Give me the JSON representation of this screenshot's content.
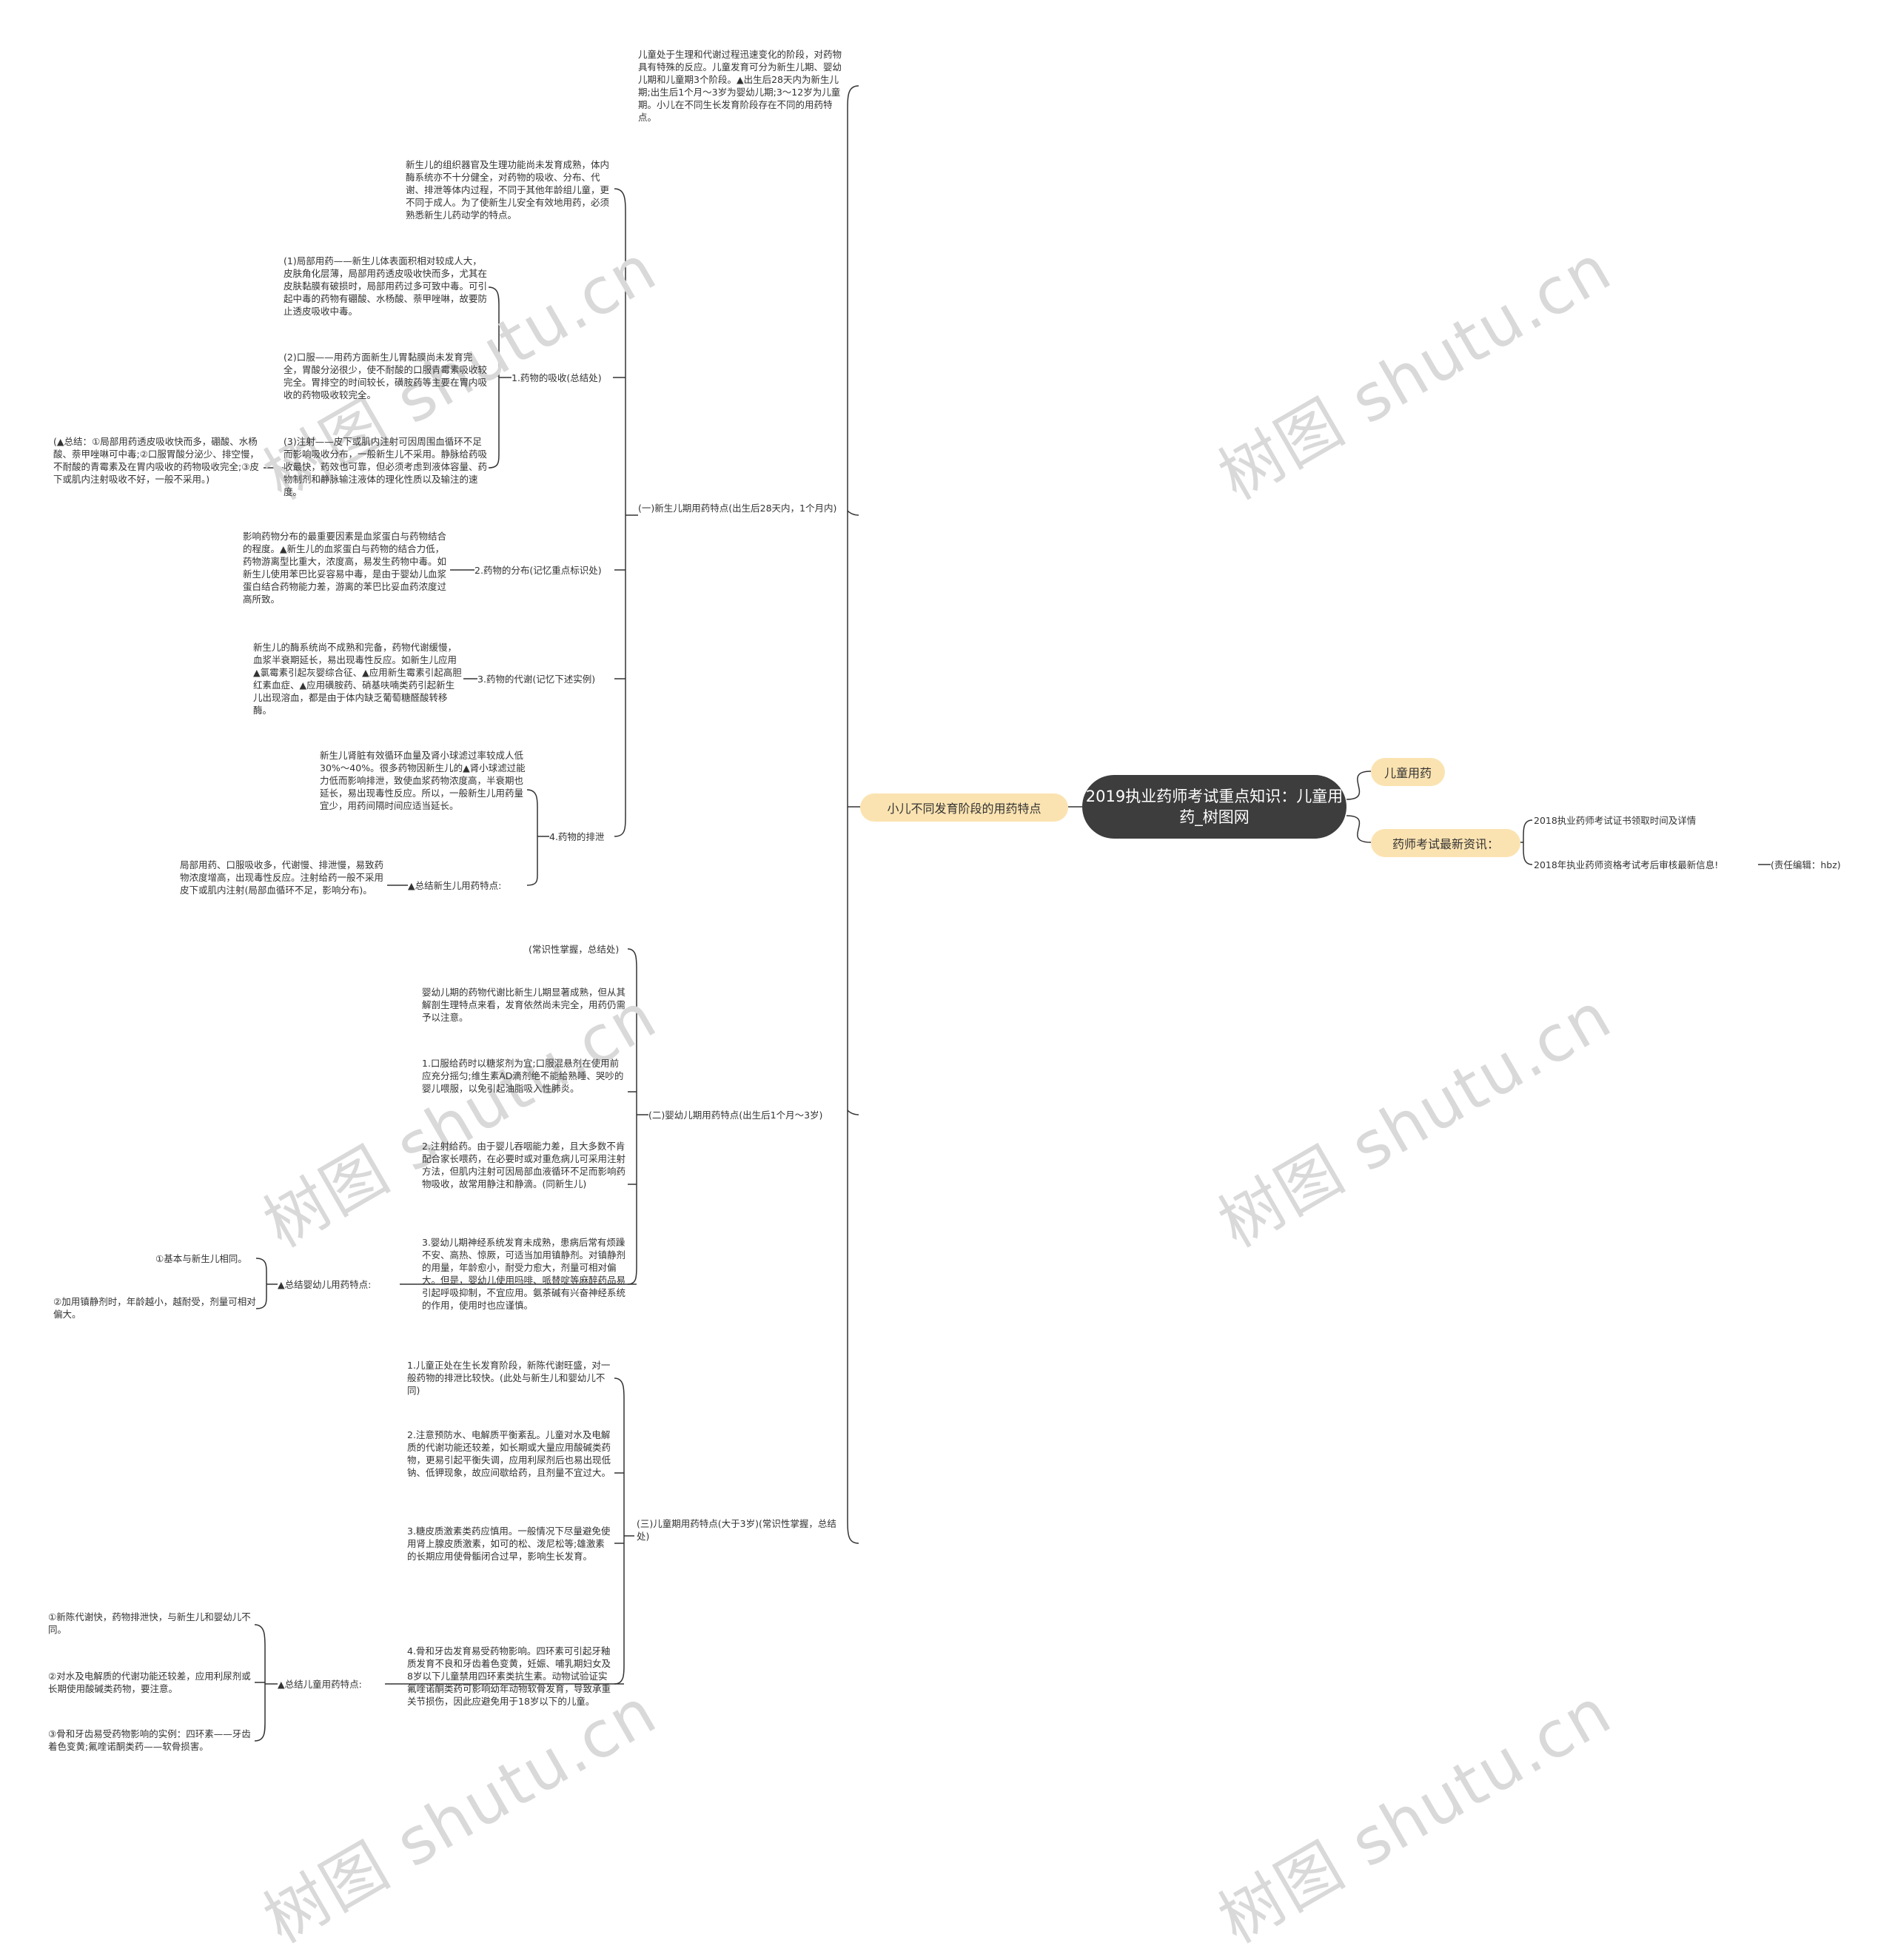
{
  "root": "2019执业药师考试重点知识：儿童用药_树图网",
  "right": {
    "child_drug": "儿童用药",
    "news": "药师考试最新资讯：",
    "news_items": [
      "2018执业药师考试证书领取时间及详情",
      "2018年执业药师资格考试考后审核最新信息!"
    ],
    "editor": "(责任编辑：hbz)"
  },
  "left": {
    "main": "小儿不同发育阶段的用药特点",
    "intro": "儿童处于生理和代谢过程迅速变化的阶段，对药物具有特殊的反应。儿童发育可分为新生儿期、婴幼儿期和儿童期3个阶段。▲出生后28天内为新生儿期;出生后1个月～3岁为婴幼儿期;3～12岁为儿童期。小儿在不同生长发育阶段存在不同的用药特点。",
    "sec1": {
      "label": "(一)新生儿期用药特点(出生后28天内，1个月内)",
      "desc": "新生儿的组织器官及生理功能尚未发育成熟，体内酶系统亦不十分健全，对药物的吸收、分布、代谢、排泄等体内过程，不同于其他年龄组儿童，更不同于成人。为了使新生儿安全有效地用药，必须熟悉新生儿药动学的特点。",
      "absorb_label": "1.药物的吸收(总结处)",
      "absorb_items": [
        "(1)局部用药——新生儿体表面积相对较成人大，皮肤角化层薄，局部用药透皮吸收快而多，尤其在皮肤黏膜有破损时，局部用药过多可致中毒。可引起中毒的药物有硼酸、水杨酸、萘甲唑啉，故要防止透皮吸收中毒。",
        "(2)口服——用药方面新生儿胃黏膜尚未发育完全，胃酸分泌很少，使不耐酸的口服青霉素吸收较完全。胃排空的时间较长，磺胺药等主要在胃内吸收的药物吸收较完全。",
        "(3)注射——皮下或肌内注射可因周围血循环不足而影响吸收分布，一般新生儿不采用。静脉给药吸收最快，药效也可靠，但必须考虑到液体容量、药物制剂和静脉输注液体的理化性质以及输注的速度。"
      ],
      "absorb_summary": "(▲总结：①局部用药透皮吸收快而多，硼酸、水杨酸、萘甲唑啉可中毒;②口服胃酸分泌少、排空慢，不耐酸的青霉素及在胃内吸收的药物吸收完全;③皮下或肌内注射吸收不好，一般不采用。)",
      "dist_label": "2.药物的分布(记忆重点标识处)",
      "dist_text": "影响药物分布的最重要因素是血浆蛋白与药物结合的程度。▲新生儿的血浆蛋白与药物的结合力低，药物游离型比重大，浓度高，易发生药物中毒。如新生儿使用苯巴比妥容易中毒，是由于婴幼儿血浆蛋白结合药物能力差，游离的苯巴比妥血药浓度过高所致。",
      "metab_label": "3.药物的代谢(记忆下述实例)",
      "metab_text": "新生儿的酶系统尚不成熟和完备，药物代谢缓慢，血浆半衰期延长，易出现毒性反应。如新生儿应用▲氯霉素引起灰婴综合征、▲应用新生霉素引起高胆红素血症、▲应用磺胺药、硝基呋喃类药引起新生儿出现溶血，都是由于体内缺乏葡萄糖醛酸转移酶。",
      "excr_label": "4.药物的排泄",
      "excr_text": "新生儿肾脏有效循环血量及肾小球滤过率较成人低30%～40%。很多药物因新生儿的▲肾小球滤过能力低而影响排泄，致使血浆药物浓度高，半衰期也延长，易出现毒性反应。所以，一般新生儿用药量宜少，用药间隔时间应适当延长。",
      "sum_label": "▲总结新生儿用药特点:",
      "sum_text": "局部用药、口服吸收多，代谢慢、排泄慢，易致药物浓度增高，出现毒性反应。注射给药一般不采用皮下或肌内注射(局部血循环不足，影响分布)。"
    },
    "sec2": {
      "label": "(二)婴幼儿期用药特点(出生后1个月～3岁)",
      "note": "(常识性掌握，总结处)",
      "desc": "婴幼儿期的药物代谢比新生儿期显著成熟，但从其解剖生理特点来看，发育依然尚未完全，用药仍需予以注意。",
      "items": [
        "1.口服给药时以糖浆剂为宜;口服混悬剂在使用前应充分摇匀;维生素AD滴剂绝不能给熟睡、哭吵的婴儿喂服，以免引起油脂吸入性肺炎。",
        "2.注射给药。由于婴儿吞咽能力差，且大多数不肯配合家长喂药，在必要时或对重危病儿可采用注射方法，但肌内注射可因局部血液循环不足而影响药物吸收，故常用静注和静滴。(同新生儿)",
        "3.婴幼儿期神经系统发育未成熟，患病后常有烦躁不安、高热、惊厥，可适当加用镇静剂。对镇静剂的用量，年龄愈小，耐受力愈大，剂量可相对偏大。但是，婴幼儿使用吗啡、哌替啶等麻醉药品易引起呼吸抑制，不宜应用。氨茶碱有兴奋神经系统的作用，使用时也应谨慎。"
      ],
      "sum_label": "▲总结婴幼儿用药特点:",
      "sum_items": [
        "①基本与新生儿相同。",
        "②加用镇静剂时，年龄越小，越耐受，剂量可相对偏大。"
      ]
    },
    "sec3": {
      "label": "(三)儿童期用药特点(大于3岁)(常识性掌握，总结处)",
      "items": [
        "1.儿童正处在生长发育阶段，新陈代谢旺盛，对一般药物的排泄比较快。(此处与新生儿和婴幼儿不同)",
        "2.注意预防水、电解质平衡紊乱。儿童对水及电解质的代谢功能还较差，如长期或大量应用酸碱类药物，更易引起平衡失调，应用利尿剂后也易出现低钠、低钾现象，故应间歇给药，且剂量不宜过大。",
        "3.糖皮质激素类药应慎用。一般情况下尽量避免使用肾上腺皮质激素，如可的松、泼尼松等;雄激素的长期应用使骨骺闭合过早，影响生长发育。",
        "4.骨和牙齿发育易受药物影响。四环素可引起牙釉质发育不良和牙齿着色变黄，妊娠、哺乳期妇女及8岁以下儿童禁用四环素类抗生素。动物试验证实氟喹诺酮类药可影响幼年动物软骨发育，导致承重关节损伤，因此应避免用于18岁以下的儿童。"
      ],
      "sum_label": "▲总结儿童用药特点:",
      "sum_items": [
        "①新陈代谢快，药物排泄快，与新生儿和婴幼儿不同。",
        "②对水及电解质的代谢功能还较差，应用利尿剂或长期使用酸碱类药物，要注意。",
        "③骨和牙齿易受药物影响的实例：四环素——牙齿着色变黄;氟喹诺酮类药——软骨损害。"
      ]
    }
  },
  "watermark": "树图 shutu.cn"
}
